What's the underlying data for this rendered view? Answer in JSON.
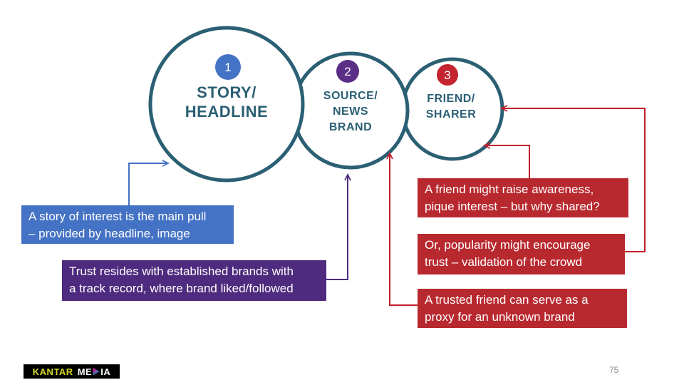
{
  "slide": {
    "page_number": "75"
  },
  "circles": [
    {
      "number": "1",
      "label": "STORY/\nHEADLINE",
      "badge_color": "#4472C4"
    },
    {
      "number": "2",
      "label": "SOURCE/\nNEWS\nBRAND",
      "badge_color": "#5B2F86"
    },
    {
      "number": "3",
      "label": "FRIEND/\nSHARER",
      "badge_color": "#C32430"
    }
  ],
  "callouts": [
    {
      "id": "story",
      "text": "A story of interest is the main pull\n– provided by headline, image",
      "color": "#4472C4",
      "points_to": "circle-1"
    },
    {
      "id": "brand",
      "text": "Trust resides with established brands with\na track record, where brand liked/followed",
      "color": "#4E2B7E",
      "points_to": "circle-2"
    },
    {
      "id": "friend-awareness",
      "text": "A friend might raise awareness,\npique interest – but why shared?",
      "color": "#B8292F",
      "points_to": "circle-3"
    },
    {
      "id": "popularity",
      "text": "Or, popularity might encourage\ntrust – validation of the crowd",
      "color": "#B8292F",
      "points_to": "circle-3"
    },
    {
      "id": "proxy",
      "text": "A trusted friend can serve as a\nproxy for an unknown brand",
      "color": "#B8292F",
      "points_to": "circle-2"
    }
  ],
  "logo": {
    "kantar": "KANTAR",
    "media_prefix": "ME",
    "media_suffix": "IA"
  },
  "colors": {
    "circle_outline": "#2B5F73",
    "circle_text": "#2B5F73",
    "blue_connector": "#4472C4",
    "purple_connector": "#4E2B7E",
    "red_connector": "#C21F2C",
    "page_number_gray": "#8A8A8A",
    "logo_yellow": "#D6D926"
  }
}
